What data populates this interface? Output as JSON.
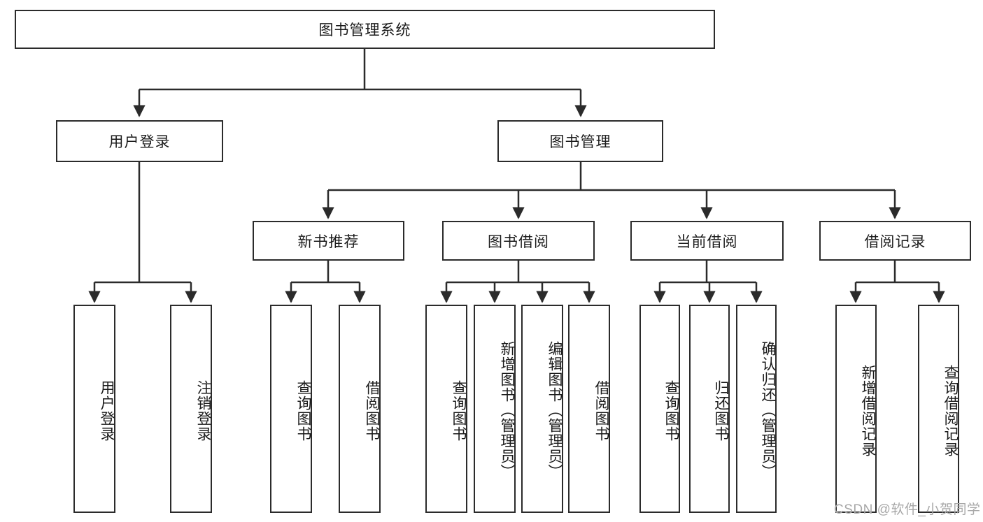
{
  "diagram": {
    "title": "图书管理系统",
    "watermark": "CSDN @软件_小贺同学",
    "line_color": "#2b2b2b",
    "background": "#ffffff",
    "level2": {
      "user_login": "用户登录",
      "book_manage": "图书管理"
    },
    "level3": {
      "new_book_rec": "新书推荐",
      "book_borrow": "图书借阅",
      "current_borrow": "当前借阅",
      "borrow_record": "借阅记录"
    },
    "leaves": {
      "user_login_1": "用户登录",
      "user_login_2": "注销登录",
      "new_book_1": "查询图书",
      "new_book_2": "借阅图书",
      "borrow_1": "查询图书",
      "borrow_2": "新增图书（管理员）",
      "borrow_3": "编辑图书（管理员）",
      "borrow_4": "借阅图书",
      "current_1": "查询图书",
      "current_2": "归还图书",
      "current_3": "确认归还（管理员）",
      "record_1": "新增借阅记录",
      "record_2": "查询借阅记录"
    }
  }
}
